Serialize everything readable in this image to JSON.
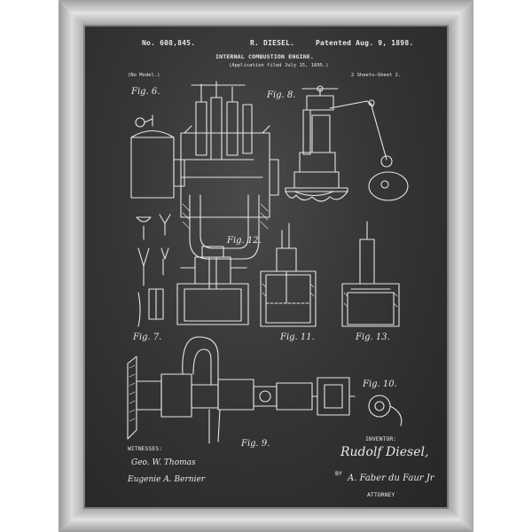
{
  "header": {
    "patent_no": "No. 608,845.",
    "inventor_name": "R. DIESEL.",
    "patented": "Patented Aug. 9, 1898.",
    "title": "INTERNAL COMBUSTION ENGINE.",
    "application": "(Application filed July 15, 1895.)",
    "model": "(No Model.)",
    "sheets": "2 Sheets—Sheet 2."
  },
  "figures": {
    "fig6": "Fig. 6.",
    "fig7": "Fig. 7.",
    "fig8": "Fig. 8.",
    "fig9": "Fig. 9.",
    "fig10": "Fig. 10.",
    "fig11": "Fig. 11.",
    "fig12": "Fig. 12.",
    "fig13": "Fig. 13."
  },
  "footer": {
    "witnesses_label": "WITNESSES:",
    "witness1": "Geo. W. Thomas",
    "witness2": "Eugenie A. Bernier",
    "inventor_label": "INVENTOR:",
    "inventor_signature": "Rudolf Diesel,",
    "by": "BY",
    "attorney_signature": "A. Faber du Faur Jr",
    "attorney_label": "ATTORNEY"
  },
  "colors": {
    "chalkboard": "#363636",
    "chalk": "#e9e9e9",
    "frame": "#b8b8b8"
  }
}
